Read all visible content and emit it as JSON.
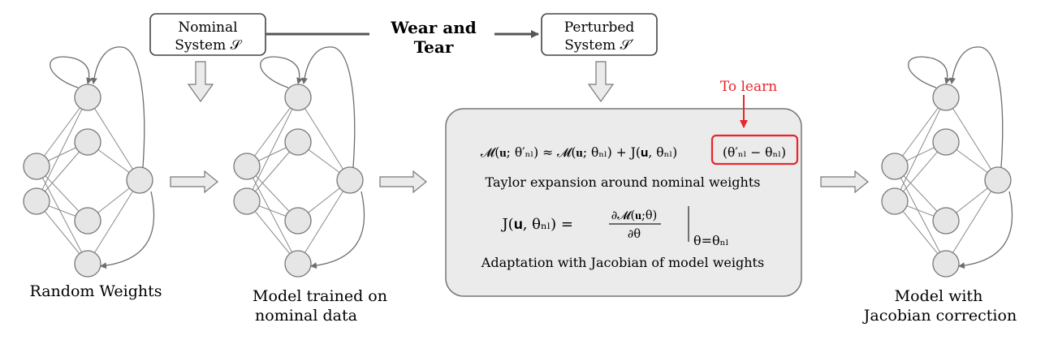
{
  "nominal_box": {
    "line1": "Nominal",
    "line2": "System 𝒮"
  },
  "perturbed_box": {
    "line1": "Perturbed",
    "line2": "System 𝒮′"
  },
  "wear_tear": {
    "line1": "Wear and",
    "line2": "Tear"
  },
  "to_learn": "To learn",
  "center": {
    "equation1_main": "𝓜(𝐮; θ′ₙₗ) ≈ 𝓜(𝐮; θₙₗ) + J(𝐮, θₙₗ)",
    "equation1_highlight": "(θ′ₙₗ − θₙₗ)",
    "taylor_text": "Taylor expansion around nominal weights",
    "jacobian_lhs": "J(𝐮, θₙₗ) =",
    "jacobian_num": "∂𝓜(𝐮;θ)",
    "jacobian_den": "∂θ",
    "jacobian_sub": "θ=θₙₗ",
    "adaptation_text": "Adaptation with Jacobian of model weights"
  },
  "captions": {
    "random": "Random Weights",
    "trained_line1": "Model trained on",
    "trained_line2": "nominal data",
    "jacobian_line1": "Model with",
    "jacobian_line2": "Jacobian correction"
  },
  "colors": {
    "highlight": "#e8262a",
    "box_fill": "#ebebeb",
    "node_fill": "#e6e6e6"
  }
}
